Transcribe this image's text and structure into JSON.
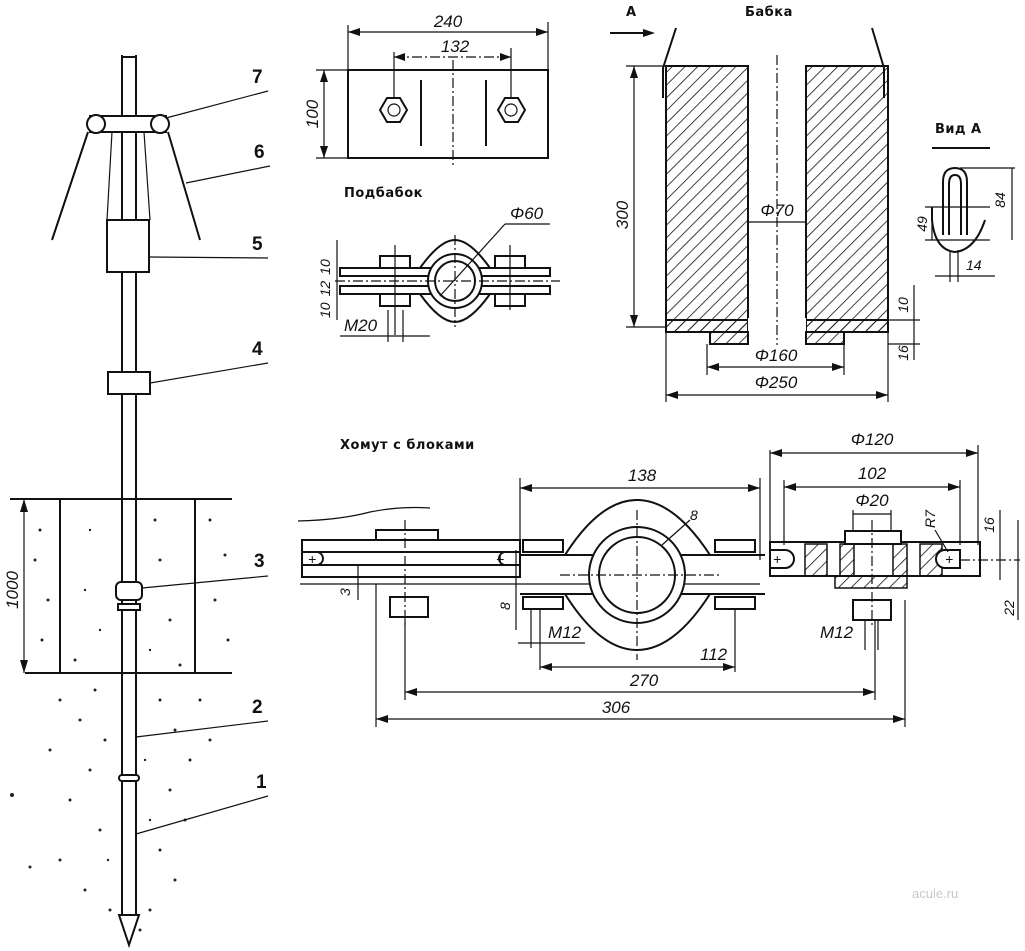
{
  "callouts": [
    "1",
    "2",
    "3",
    "4",
    "5",
    "6",
    "7"
  ],
  "mast": {
    "depth_dim": "1000"
  },
  "plate": {
    "width": "240",
    "bolt_spacing": "132",
    "height": "100"
  },
  "podbabok": {
    "title": "Подбабок",
    "diameter": "Φ60",
    "thickness_dims": [
      "10",
      "12",
      "10"
    ],
    "bolt": "M20"
  },
  "babka": {
    "title": "Бабка",
    "view_marker": "A",
    "height": "300",
    "bore": "Φ70",
    "inner_dia": "Φ160",
    "outer_dia": "Φ250",
    "bottom_dims": [
      "10",
      "16"
    ]
  },
  "vid_a": {
    "title": "Вид А",
    "dims": [
      "84",
      "49",
      "14"
    ]
  },
  "khomut": {
    "title": "Хомут с блоками",
    "dims": {
      "span138": "138",
      "wall": "8",
      "gap3": "3",
      "plate8": "8",
      "bolt_left": "M12",
      "c112": "112",
      "c270": "270",
      "c306": "306",
      "d120": "Φ120",
      "d102": "102",
      "d20": "Φ20",
      "r7": "R7",
      "h16": "16",
      "h22": "22",
      "bolt_right": "M12"
    }
  },
  "watermark": "acule.ru"
}
